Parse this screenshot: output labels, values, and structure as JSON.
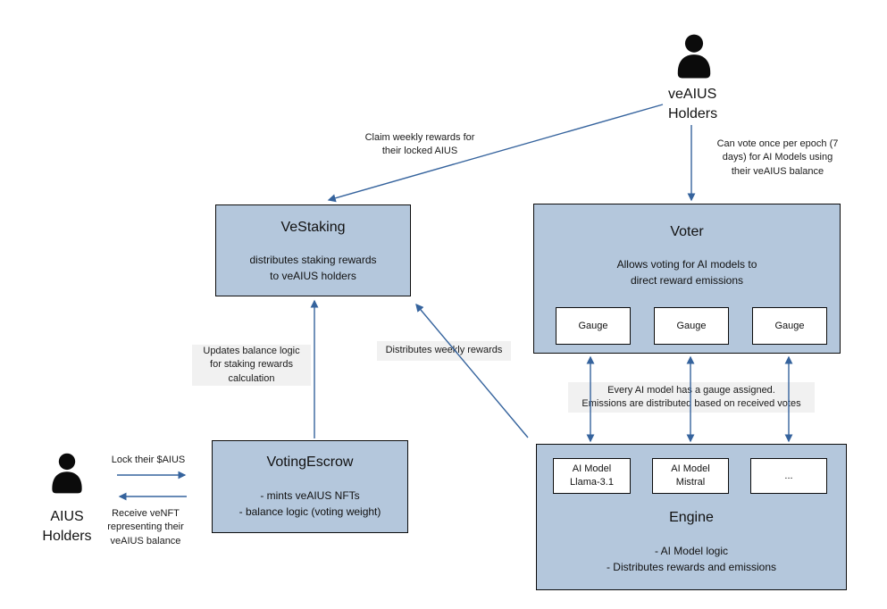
{
  "colors": {
    "box_fill": "#B4C7DC",
    "box_border": "#0C0C0C",
    "arrow": "#35639D",
    "note_bg": "#F1F1F1",
    "icon": "#0B0B0B"
  },
  "actors": {
    "veaius_holder": {
      "label": "veAIUS\nHolders"
    },
    "aius_holder": {
      "label": "AIUS\nHolders"
    }
  },
  "boxes": {
    "vestaking": {
      "title": "VeStaking",
      "body": "distributes staking rewards\nto veAIUS holders"
    },
    "voter": {
      "title": "Voter",
      "body": "Allows voting for AI models to\ndirect reward emissions",
      "gauges": [
        "Gauge",
        "Gauge",
        "Gauge"
      ]
    },
    "votingescrow": {
      "title": "VotingEscrow",
      "body": "- mints veAIUS NFTs\n- balance logic (voting weight)"
    },
    "engine": {
      "title": "Engine",
      "body": "- AI Model logic\n- Distributes rewards and emissions",
      "models": [
        "AI Model\nLlama-3.1",
        "AI Model\nMistral",
        "..."
      ]
    }
  },
  "edge_labels": {
    "claim": "Claim weekly rewards for\ntheir locked AIUS",
    "vote": "Can vote once per epoch (7\ndays)  for AI Models using\ntheir veAIUS balance",
    "updates": "Updates balance logic\nfor staking rewards\ncalculation",
    "weekly": "Distributes weekly rewards",
    "gauge_note": "Every AI model has a gauge assigned.\nEmissions are distributed based on received votes",
    "lock": "Lock their $AIUS",
    "receive": "Receive veNFT\nrepresenting their\nveAIUS balance"
  }
}
